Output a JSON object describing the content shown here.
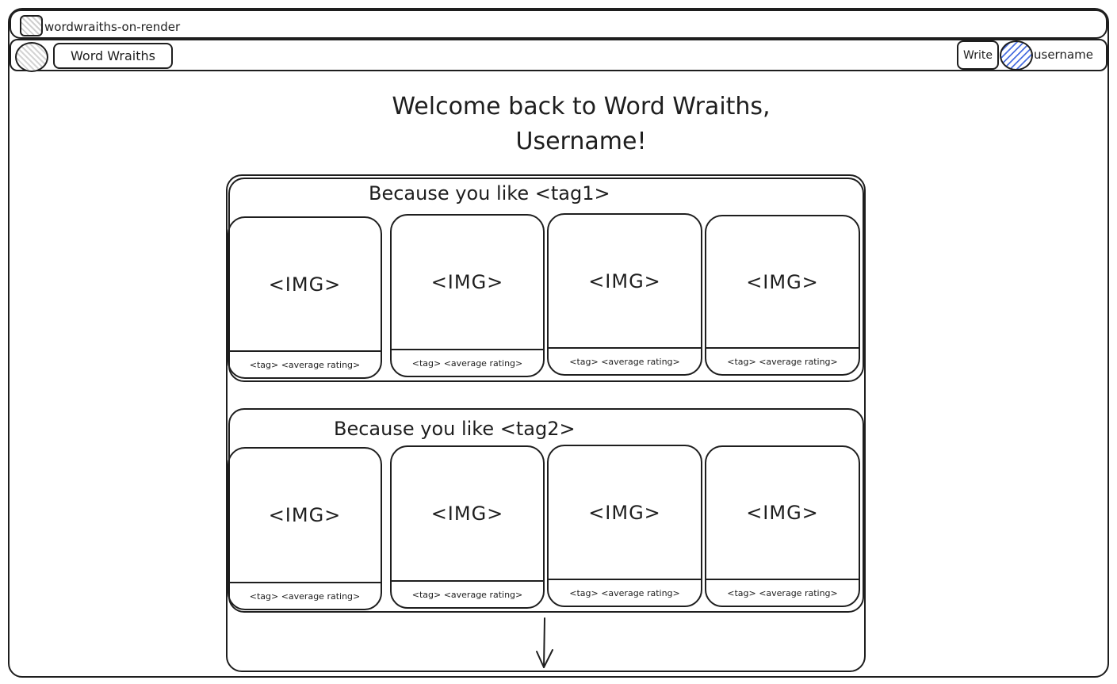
{
  "browser": {
    "tab_title": "wordwraiths-on-render"
  },
  "nav": {
    "brand": "Word Wraiths",
    "write_label": "Write",
    "username": "username"
  },
  "welcome": {
    "line1": "Welcome back to Word Wraiths,",
    "line2": "Username!"
  },
  "sections": [
    {
      "title": "Because you like <tag1>",
      "cards": [
        {
          "img": "<IMG>",
          "footer": "<tag> <average rating>"
        },
        {
          "img": "<IMG>",
          "footer": "<tag> <average rating>"
        },
        {
          "img": "<IMG>",
          "footer": "<tag> <average rating>"
        },
        {
          "img": "<IMG>",
          "footer": "<tag> <average rating>"
        }
      ]
    },
    {
      "title": "Because you like <tag2>",
      "cards": [
        {
          "img": "<IMG>",
          "footer": "<tag> <average rating>"
        },
        {
          "img": "<IMG>",
          "footer": "<tag> <average rating>"
        },
        {
          "img": "<IMG>",
          "footer": "<tag> <average rating>"
        },
        {
          "img": "<IMG>",
          "footer": "<tag> <average rating>"
        }
      ]
    }
  ],
  "scroll_indicator": {
    "icon": "arrow-down-icon"
  }
}
